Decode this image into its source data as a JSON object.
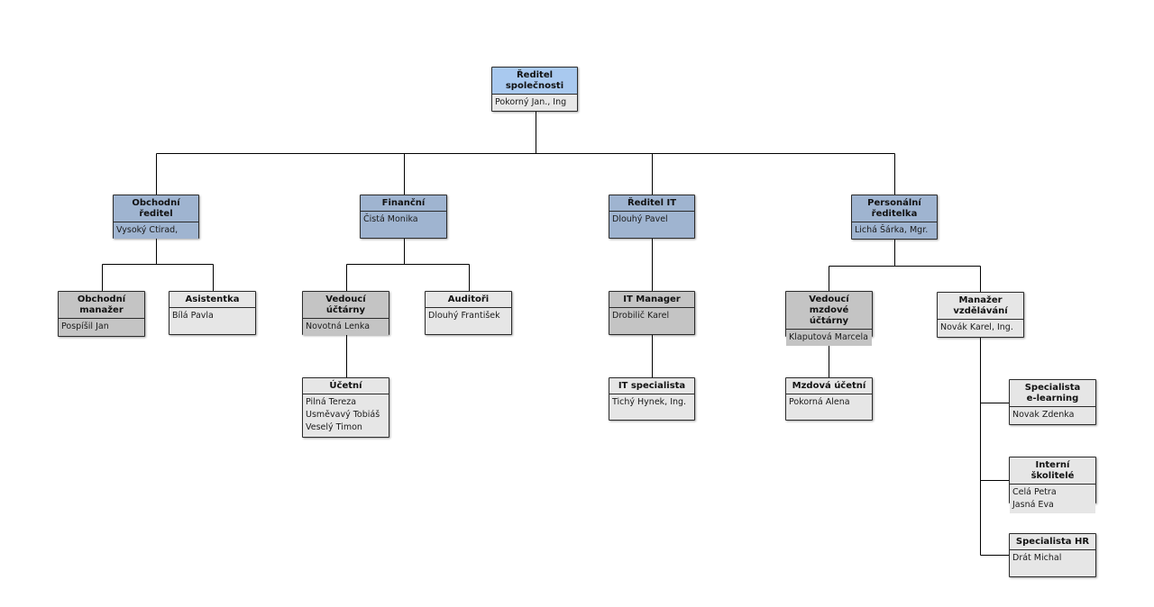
{
  "colors": {
    "top": "#a9c9ef",
    "directors": "#9fb4d0",
    "managers": "#c4c4c4",
    "staff": "#e6e6e6",
    "lines": "#000000"
  },
  "nodes": {
    "ceo": {
      "title": "Ředitel\nspolečnosti",
      "people": [
        "Pokorný Jan., Ing"
      ]
    },
    "sales_director": {
      "title": "Obchodní ředitel",
      "people": [
        "Vysoký Ctirad,"
      ]
    },
    "finance": {
      "title": "Finanční",
      "people": [
        "Čistá Monika"
      ]
    },
    "it_director": {
      "title": "Ředitel IT",
      "people": [
        "Dlouhý Pavel"
      ]
    },
    "hr_director": {
      "title": "Personální\nředitelka",
      "people": [
        "Lichá Šárka, Mgr."
      ]
    },
    "sales_manager": {
      "title": "Obchodní\nmanažer",
      "people": [
        "Pospíšil Jan"
      ]
    },
    "assistant": {
      "title": "Asistentka",
      "people": [
        "Bílá Pavla"
      ]
    },
    "chief_accountant": {
      "title": "Vedoucí účtárny",
      "people": [
        "Novotná Lenka"
      ]
    },
    "auditors": {
      "title": "Auditoři",
      "people": [
        "Dlouhý František"
      ]
    },
    "accountants": {
      "title": "Účetní",
      "people": [
        "Pilná Tereza",
        "Usměvavý Tobiáš",
        "Veselý Timon"
      ]
    },
    "it_manager": {
      "title": "IT Manager",
      "people": [
        "Drobilič Karel"
      ]
    },
    "it_specialist": {
      "title": "IT specialista",
      "people": [
        "Tichý Hynek, Ing."
      ]
    },
    "payroll_head": {
      "title": "Vedoucí mzdové\núčtárny",
      "people": [
        "Klaputová Marcela"
      ]
    },
    "payroll_accountant": {
      "title": "Mzdová účetní",
      "people": [
        "Pokorná Alena"
      ]
    },
    "training_manager": {
      "title": "Manažer\nvzdělávání",
      "people": [
        "Novák Karel, Ing."
      ]
    },
    "elearning": {
      "title": "Specialista\ne-learning",
      "people": [
        "Novak Zdenka"
      ]
    },
    "trainers": {
      "title": "Interní školitelé",
      "people": [
        "Celá Petra",
        "Jasná Eva"
      ]
    },
    "hr_specialist": {
      "title": "Specialista HR",
      "people": [
        "Drát Michal"
      ]
    }
  }
}
